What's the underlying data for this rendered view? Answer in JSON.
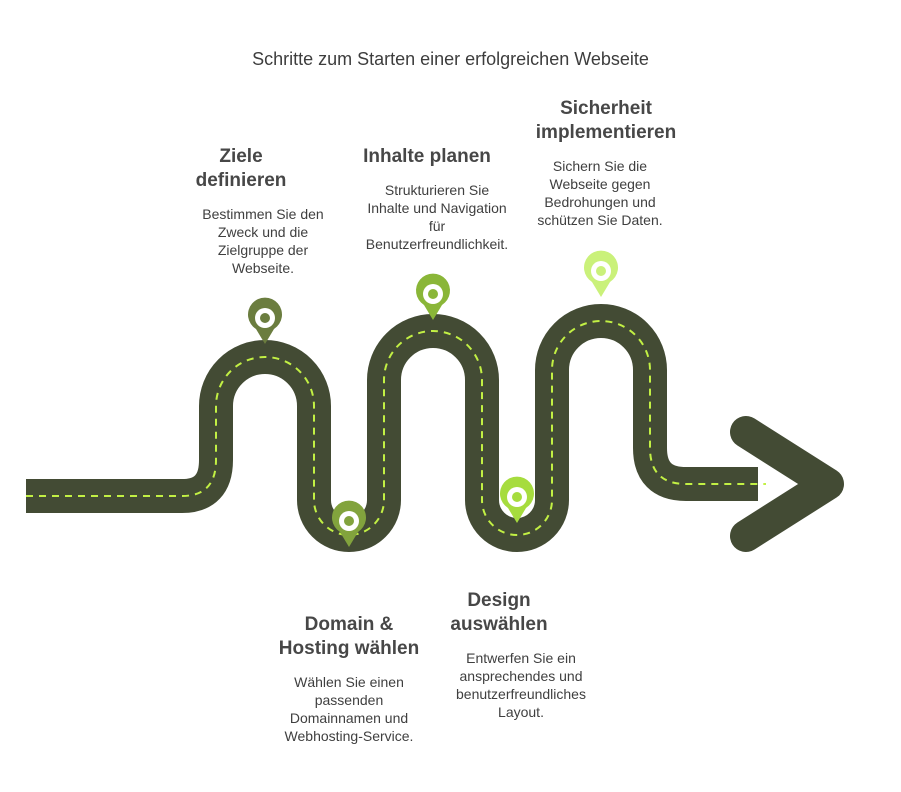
{
  "title": "Schritte zum Starten einer erfolgreichen Webseite",
  "colors": {
    "road": "#434b34",
    "road_dash": "#c2f044",
    "marker_1": "#6b7d3f",
    "marker_2": "#82a33d",
    "marker_3": "#8ab638",
    "marker_4": "#a6dc3e",
    "marker_5": "#caf17a"
  },
  "steps": [
    {
      "title": "Ziele\ndefinieren",
      "description": "Bestimmen Sie den\nZweck und die\nZielgruppe der\nWebseite."
    },
    {
      "title": "Domain &\nHosting wählen",
      "description": "Wählen Sie einen\npassenden\nDomainnamen und\nWebhosting-Service."
    },
    {
      "title": "Inhalte planen",
      "description": "Strukturieren Sie\nInhalte und Navigation\nfür\nBenutzerfreundlichkeit."
    },
    {
      "title": "Design\nauswählen",
      "description": "Entwerfen Sie ein\nansprechendes und\nbenutzerfreundliches\nLayout."
    },
    {
      "title": "Sicherheit\nimplementieren",
      "description": "Sichern Sie die\nWebseite gegen\nBedrohungen und\nschützen Sie Daten."
    }
  ]
}
